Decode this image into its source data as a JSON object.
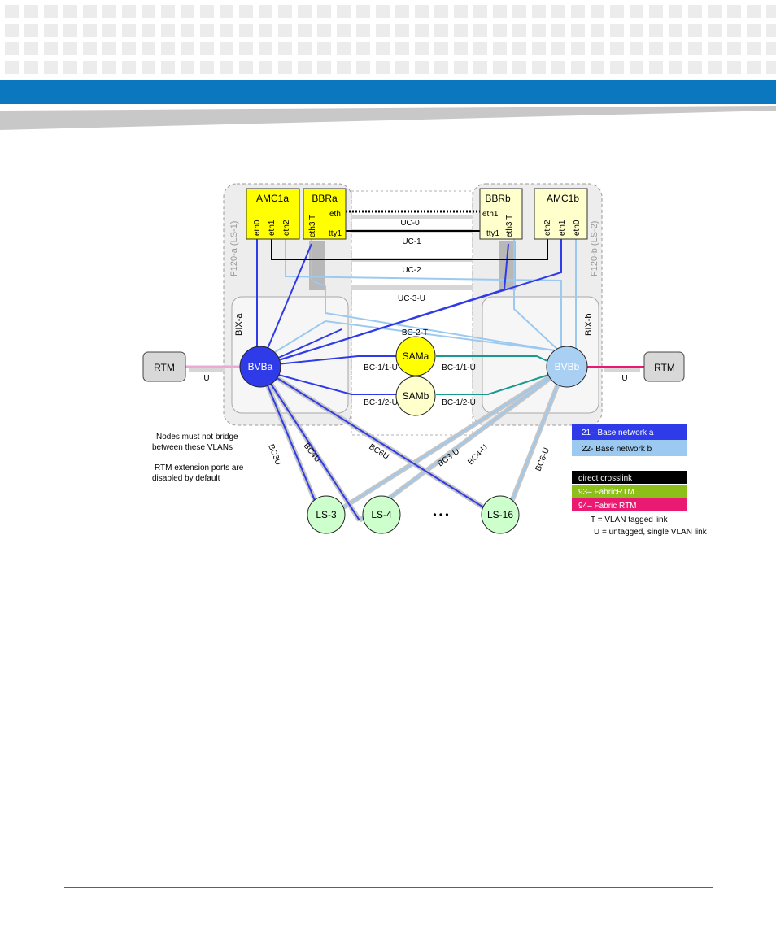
{
  "colors": {
    "header_bar": "#0a77bf",
    "header_wedge": "#c8c8c8",
    "tile": "#ececec",
    "base_a": "#2f3be8",
    "base_b": "#9cc9f0",
    "fabric_rtm_93": "#8cbf1a",
    "fabric_rtm_94": "#ea1a73",
    "crosslink": "#000000",
    "teal_link": "#1a9a8f",
    "pink_link": "#eca9d8",
    "node_yellow": "#ffff00",
    "node_lightyellow": "#ffffcc",
    "node_green": "#ccffcc",
    "node_lightblue": "#a9cff2",
    "rtm_gray": "#d8d8d8"
  },
  "diagram": {
    "shelf_a_label": "F120-a (LS-1)",
    "shelf_b_label": "F120-b (LS-2)",
    "bix_a_label": "BIX-a",
    "bix_b_label": "BIX-b",
    "amc1a": {
      "title": "AMC1a",
      "ports": [
        "eth0",
        "eth1",
        "eth2"
      ]
    },
    "bbra": {
      "title": "BBRa",
      "port_left": "eth3 T",
      "eth": "eth",
      "tty": "tty1"
    },
    "bbrb": {
      "title": "BBRb",
      "eth": "eth1",
      "tty": "tty1",
      "port_right": "eth3 T"
    },
    "amc1b": {
      "title": "AMC1b",
      "ports": [
        "eth2",
        "eth1",
        "eth0"
      ]
    },
    "links": {
      "uc0": "UC-0",
      "uc1": "UC-1",
      "uc2": "UC-2",
      "uc3": "UC-3-U",
      "bc2": "BC-2-T",
      "bc11_left": "BC-1/1-U",
      "bc11_right": "BC-1/1-U",
      "bc12_left": "BC-1/2-U",
      "bc12_right": "BC-1/2-U",
      "u_left": "U",
      "u_right": "U",
      "bc3_a": "BC3U",
      "bc4_a": "BC4U",
      "bc6_a": "BC6U",
      "bc3_b": "BC3-U",
      "bc4_b": "BC4-U",
      "bc6_b": "BC6-U"
    },
    "nodes": {
      "bvba": "BVBa",
      "bvbb": "BVBb",
      "sama": "SAMa",
      "samb": "SAMb",
      "rtm_left": "RTM",
      "rtm_right": "RTM",
      "ls3": "LS-3",
      "ls4": "LS-4",
      "ls16": "LS-16",
      "ellipsis": "• • •"
    },
    "notes": {
      "note1_line1": "Nodes must not bridge",
      "note1_line2": "between these VLANs",
      "note2_line1": "RTM extension ports are",
      "note2_line2": "disabled by default"
    },
    "legend": {
      "base_a": "21– Base network a",
      "base_b": "22- Base network b",
      "crosslink": "direct crosslink",
      "fabric93": "93– FabricRTM",
      "fabric94": "94– Fabric RTM",
      "tagged": "T = VLAN tagged link",
      "untagged": "U = untagged, single VLAN link"
    }
  }
}
